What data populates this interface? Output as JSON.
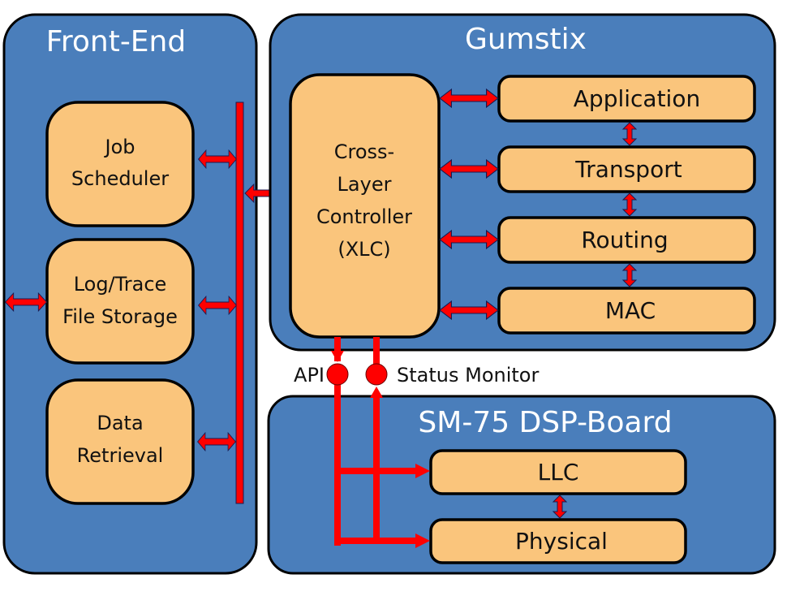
{
  "colors": {
    "panel": "#4a7ebb",
    "box": "#fac57c",
    "arrow": "#ff0000",
    "title_text": "#ffffff"
  },
  "panels": {
    "front_end": {
      "title": "Front-End",
      "boxes": [
        {
          "line1": "Job",
          "line2": "Scheduler"
        },
        {
          "line1": "Log/Trace",
          "line2": "File Storage"
        },
        {
          "line1": "Data",
          "line2": "Retrieval"
        }
      ]
    },
    "gumstix": {
      "title": "Gumstix",
      "controller": {
        "lines": [
          "Cross-",
          "Layer",
          "Controller",
          "(XLC)"
        ]
      },
      "layers": [
        "Application",
        "Transport",
        "Routing",
        "MAC"
      ]
    },
    "dsp_board": {
      "title": "SM-75 DSP-Board",
      "layers": [
        "LLC",
        "Physical"
      ]
    }
  },
  "interfaces": {
    "api": "API",
    "status_monitor": "Status Monitor"
  }
}
